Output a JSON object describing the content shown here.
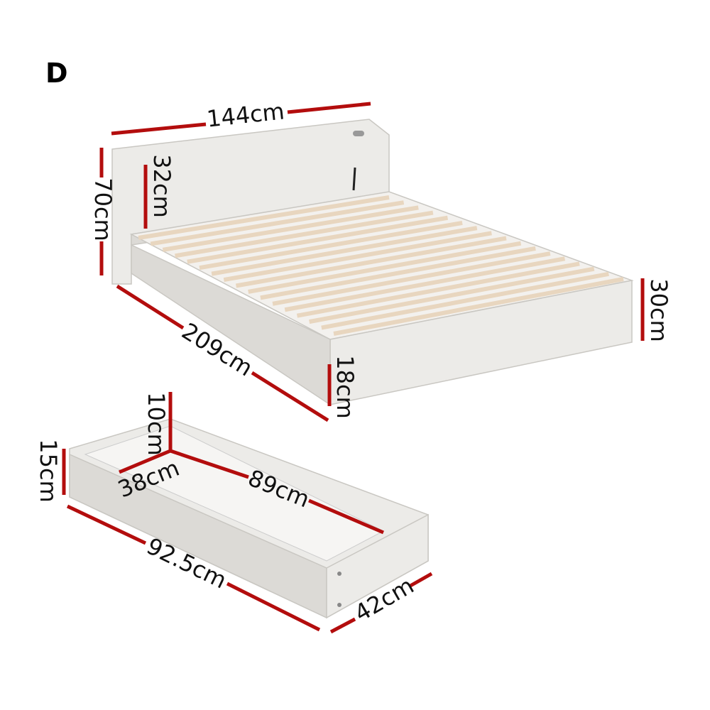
{
  "variant_label": "D",
  "accent_color": "#b30d0d",
  "bed": {
    "width": "144cm",
    "total_height": "70cm",
    "headboard_height": "32cm",
    "side_height": "30cm",
    "length": "209cm",
    "under_clearance": "18cm"
  },
  "drawer": {
    "inner_height": "10cm",
    "outer_height": "15cm",
    "inner_width": "38cm",
    "inner_length": "89cm",
    "outer_length": "92.5cm",
    "outer_width": "42cm"
  }
}
